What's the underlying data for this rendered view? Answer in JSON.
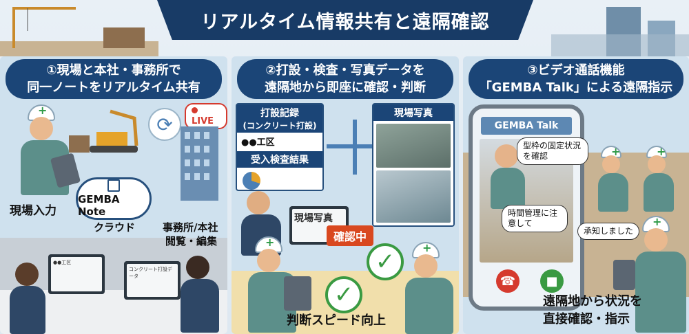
{
  "header": {
    "title": "リアルタイム情報共有と遠隔確認"
  },
  "panel1": {
    "title_line1": "①現場と本社・事務所で",
    "title_line2": "同一ノートをリアルタイム共有",
    "live_badge": "LIVE",
    "cloud_name": "GEMBA Note",
    "cloud_label": "クラウド",
    "field_input": "現場入力",
    "office_line1": "事務所/本社",
    "office_line2": "閲覧・編集",
    "monitor_tag": "●●工区",
    "monitor_doc": "コンクリート打設データ"
  },
  "panel2": {
    "title_line1": "②打設・検査・写真データを",
    "title_line2": "遠隔地から即座に確認・判断",
    "record_title": "打設記録",
    "record_sub": "(コンクリート打設)",
    "record_row": "●●工区",
    "inspection": "受入検査結果",
    "photo_title": "現場写真",
    "laptop_label": "現場写真",
    "confirming": "確認中",
    "speed_up": "判断スピード向上"
  },
  "panel3": {
    "title_line1": "③ビデオ通話機能",
    "title_line2": "「GEMBA Talk」による遠隔指示",
    "app_name": "GEMBA Talk",
    "bubble1": "型枠の固定状況を確認",
    "bubble2": "時間管理に注意して",
    "bubble3": "承知しました",
    "caption_line1": "遠隔地から状況を",
    "caption_line2": "直接確認・指示"
  },
  "colors": {
    "navy": "#183b66",
    "accent_red": "#d9481f",
    "check_green": "#3a9a42"
  }
}
